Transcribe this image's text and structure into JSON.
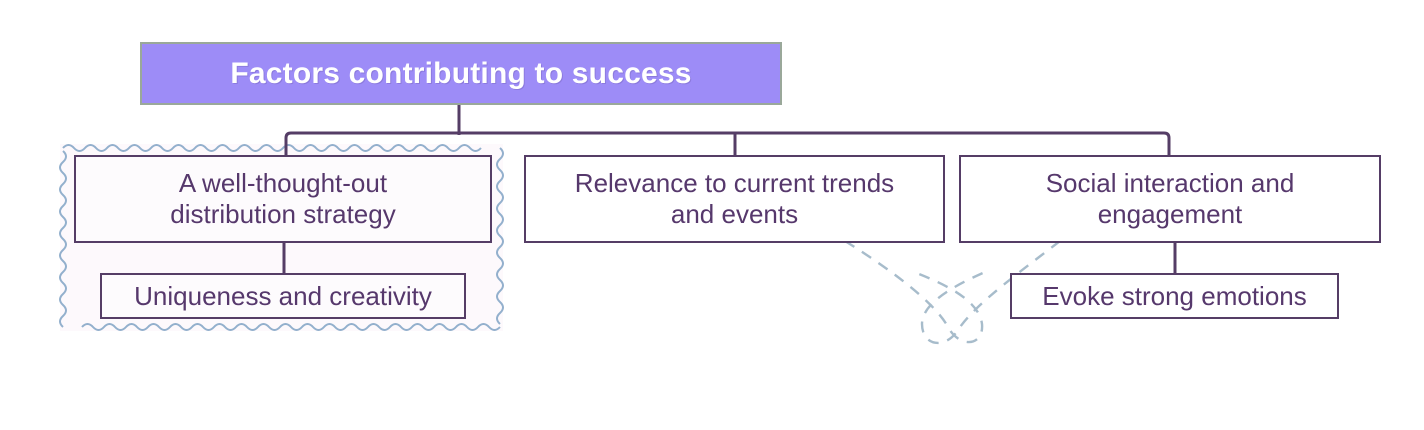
{
  "diagram": {
    "type": "tree-mindmap",
    "title_node": {
      "label": "Factors contributing to success",
      "fill": "#9d8cf7",
      "text_color": "#ffffff",
      "border_color": "#9aa89a"
    },
    "branches": [
      {
        "id": "strategy",
        "label": "A well-thought-out\ndistribution strategy",
        "selected": true,
        "children": [
          {
            "id": "uniqueness",
            "label": "Uniqueness and creativity"
          }
        ]
      },
      {
        "id": "relevance",
        "label": "Relevance to current trends\nand events",
        "selected": false,
        "children": []
      },
      {
        "id": "social",
        "label": "Social interaction and\nengagement",
        "selected": false,
        "children": [
          {
            "id": "evoke",
            "label": "Evoke strong emotions"
          }
        ]
      }
    ],
    "styles": {
      "node_border_color": "#553d66",
      "node_text_color": "#56386c",
      "node_fill": "#ffffff",
      "selection_stroke": "#93b0cd",
      "selection_fill": "#fdf9fc",
      "connector_color": "#553d66",
      "dashed_curve_color": "#a7bccb"
    }
  }
}
